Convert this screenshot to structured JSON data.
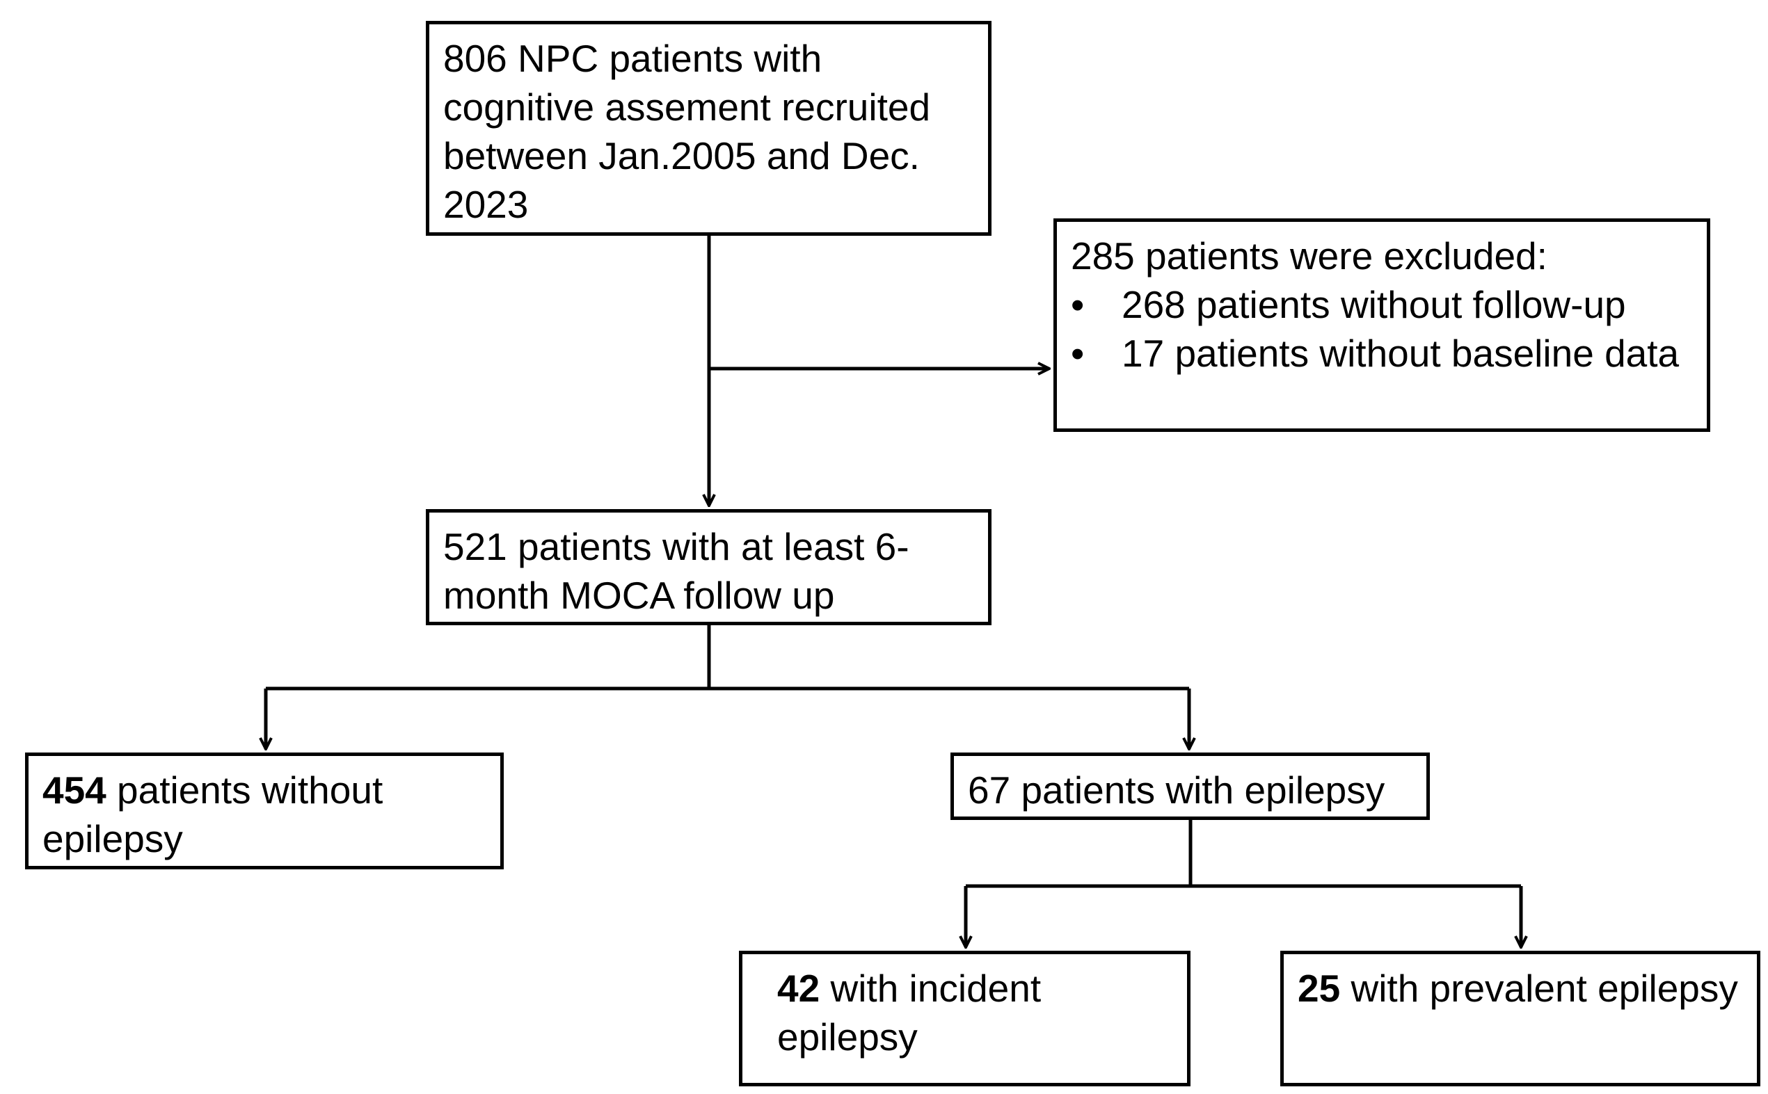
{
  "boxes": {
    "recruited": {
      "text": "806 NPC patients with cognitive assement recruited between Jan.2005 and Dec. 2023"
    },
    "excluded": {
      "title": "285 patients were excluded:",
      "items": [
        "268 patients without follow-up",
        "17 patients without baseline data"
      ],
      "bullet": "•"
    },
    "followup": {
      "text": "521 patients with at least 6-month MOCA follow up"
    },
    "without_epilepsy": {
      "count": "454",
      "text": " patients without epilepsy"
    },
    "with_epilepsy": {
      "text": "67 patients with epilepsy"
    },
    "incident": {
      "count": "42",
      "text": " with incident epilepsy"
    },
    "prevalent": {
      "count": "25",
      "text": " with prevalent epilepsy"
    }
  }
}
